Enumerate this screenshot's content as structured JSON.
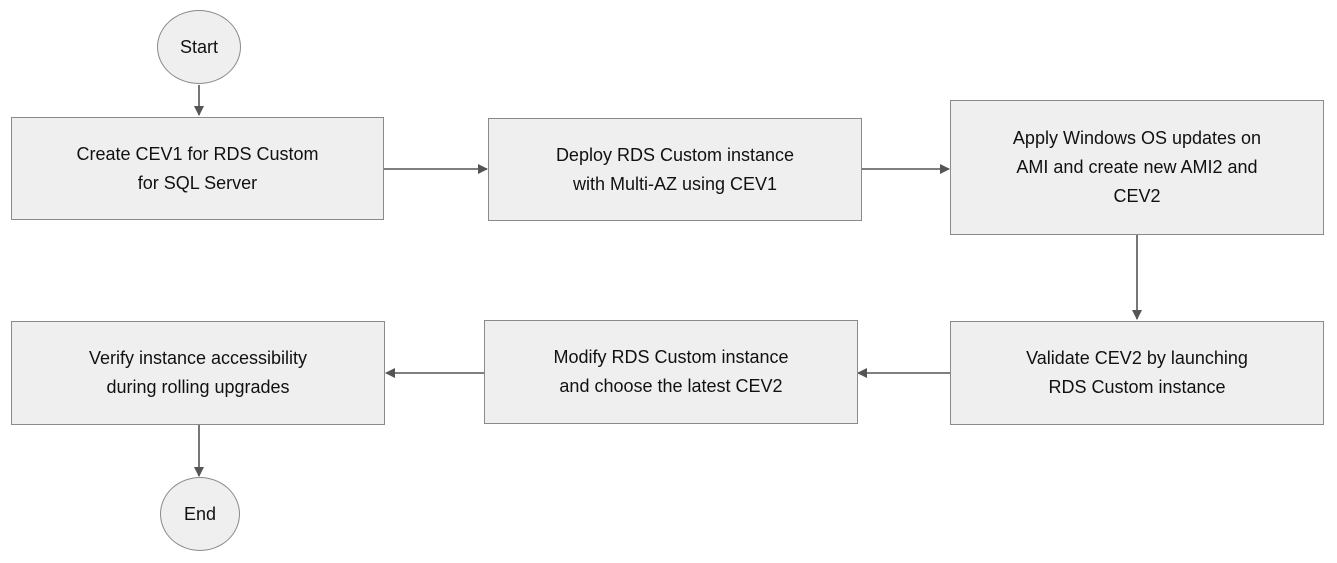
{
  "diagram": {
    "colors": {
      "node_fill": "#efefef",
      "node_border": "#8a8a8a",
      "connector": "#555555",
      "text": "#111111"
    },
    "nodes": [
      {
        "id": "start",
        "shape": "circle",
        "label": "Start"
      },
      {
        "id": "create-cev1",
        "shape": "rect",
        "label": "Create CEV1 for RDS Custom\nfor SQL Server"
      },
      {
        "id": "deploy",
        "shape": "rect",
        "label": "Deploy RDS Custom instance\nwith Multi-AZ using CEV1"
      },
      {
        "id": "apply-updates",
        "shape": "rect",
        "label": "Apply Windows OS updates on\nAMI and create new AMI2 and\nCEV2"
      },
      {
        "id": "validate",
        "shape": "rect",
        "label": "Validate CEV2 by launching\nRDS Custom instance"
      },
      {
        "id": "modify",
        "shape": "rect",
        "label": "Modify RDS Custom instance\nand choose the latest CEV2"
      },
      {
        "id": "verify",
        "shape": "rect",
        "label": "Verify instance accessibility\nduring rolling upgrades"
      },
      {
        "id": "end",
        "shape": "circle",
        "label": "End"
      }
    ],
    "edges": [
      {
        "from": "start",
        "to": "create-cev1"
      },
      {
        "from": "create-cev1",
        "to": "deploy"
      },
      {
        "from": "deploy",
        "to": "apply-updates"
      },
      {
        "from": "apply-updates",
        "to": "validate"
      },
      {
        "from": "validate",
        "to": "modify"
      },
      {
        "from": "modify",
        "to": "verify"
      },
      {
        "from": "verify",
        "to": "end"
      }
    ]
  }
}
